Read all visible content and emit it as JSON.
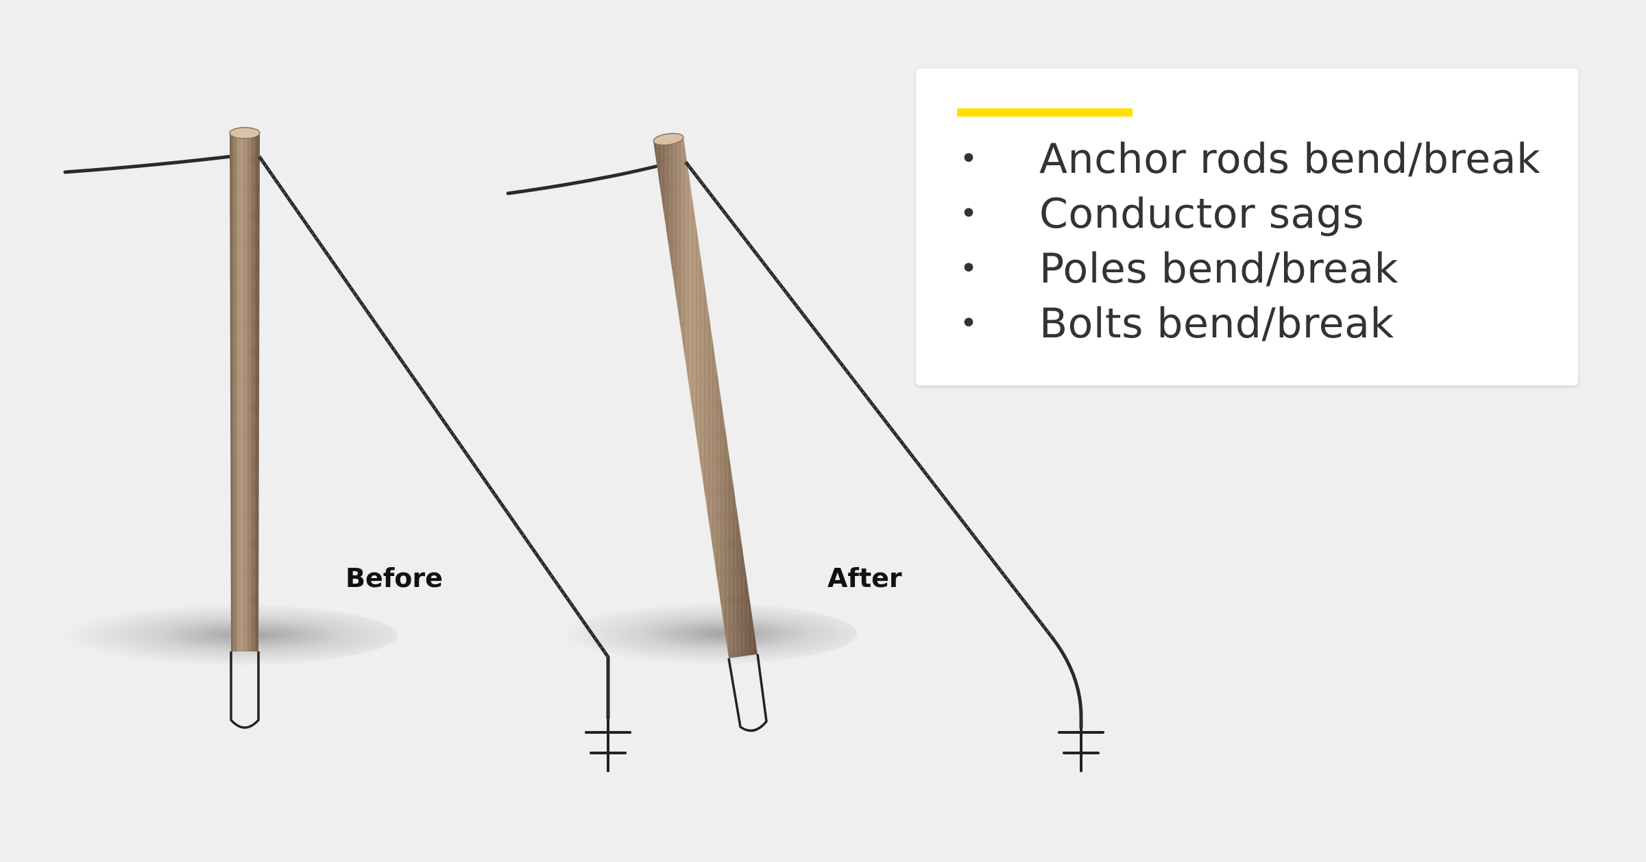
{
  "labels": {
    "before": "Before",
    "after": "After"
  },
  "info_card": {
    "accent_color": "#ffe100",
    "bullet_symbol": "•",
    "items": [
      "Anchor rods bend/break",
      "Conductor sags",
      "Poles bend/break",
      "Bolts bend/break"
    ]
  },
  "colors": {
    "background": "#efefef",
    "pole_wood": "#a0846a",
    "wire": "#2a2a2a"
  },
  "icons": {
    "ground": "ground-symbol-icon"
  }
}
